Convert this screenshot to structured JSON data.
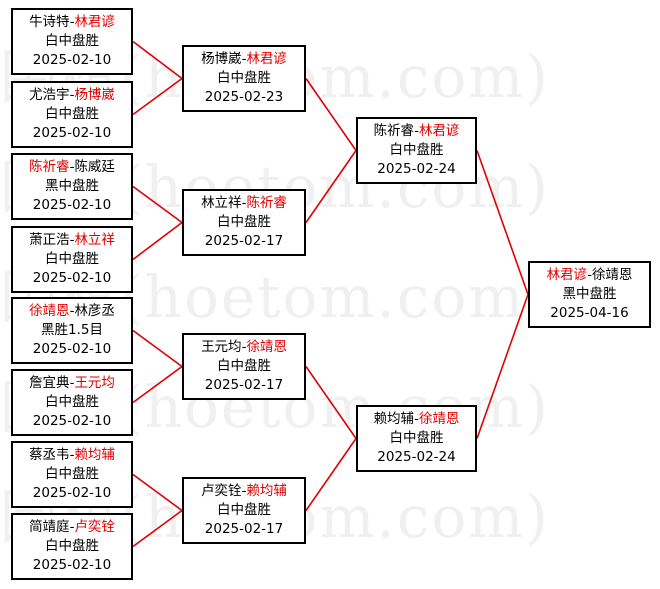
{
  "watermark": "围棋(hoetom.com)",
  "line_color": "#e00000",
  "winner_color": "#e00000",
  "round1": [
    {
      "a": "牛诗特",
      "b": "林君谚",
      "winner": "b",
      "result": "白中盘胜",
      "date": "2025-02-10"
    },
    {
      "a": "尤浩宇",
      "b": "杨博崴",
      "winner": "b",
      "result": "白中盘胜",
      "date": "2025-02-10"
    },
    {
      "a": "陈祈睿",
      "b": "陈威廷",
      "winner": "a",
      "result": "黑中盘胜",
      "date": "2025-02-10"
    },
    {
      "a": "萧正浩",
      "b": "林立祥",
      "winner": "b",
      "result": "白中盘胜",
      "date": "2025-02-10"
    },
    {
      "a": "徐靖恩",
      "b": "林彦丞",
      "winner": "a",
      "result": "黑胜1.5目",
      "date": "2025-02-10"
    },
    {
      "a": "詹宜典",
      "b": "王元均",
      "winner": "b",
      "result": "白中盘胜",
      "date": "2025-02-10"
    },
    {
      "a": "蔡丞韦",
      "b": "赖均辅",
      "winner": "b",
      "result": "白中盘胜",
      "date": "2025-02-10"
    },
    {
      "a": "简靖庭",
      "b": "卢奕铨",
      "winner": "b",
      "result": "白中盘胜",
      "date": "2025-02-10"
    }
  ],
  "round2": [
    {
      "a": "杨博崴",
      "b": "林君谚",
      "winner": "b",
      "result": "白中盘胜",
      "date": "2025-02-23"
    },
    {
      "a": "林立祥",
      "b": "陈祈睿",
      "winner": "b",
      "result": "白中盘胜",
      "date": "2025-02-17"
    },
    {
      "a": "王元均",
      "b": "徐靖恩",
      "winner": "b",
      "result": "白中盘胜",
      "date": "2025-02-17"
    },
    {
      "a": "卢奕铨",
      "b": "赖均辅",
      "winner": "b",
      "result": "白中盘胜",
      "date": "2025-02-17"
    }
  ],
  "round3": [
    {
      "a": "陈祈睿",
      "b": "林君谚",
      "winner": "b",
      "result": "白中盘胜",
      "date": "2025-02-24"
    },
    {
      "a": "赖均辅",
      "b": "徐靖恩",
      "winner": "b",
      "result": "白中盘胜",
      "date": "2025-02-24"
    }
  ],
  "final": {
    "a": "林君谚",
    "b": "徐靖恩",
    "winner": "a",
    "result": "黑中盘胜",
    "date": "2025-04-16"
  }
}
